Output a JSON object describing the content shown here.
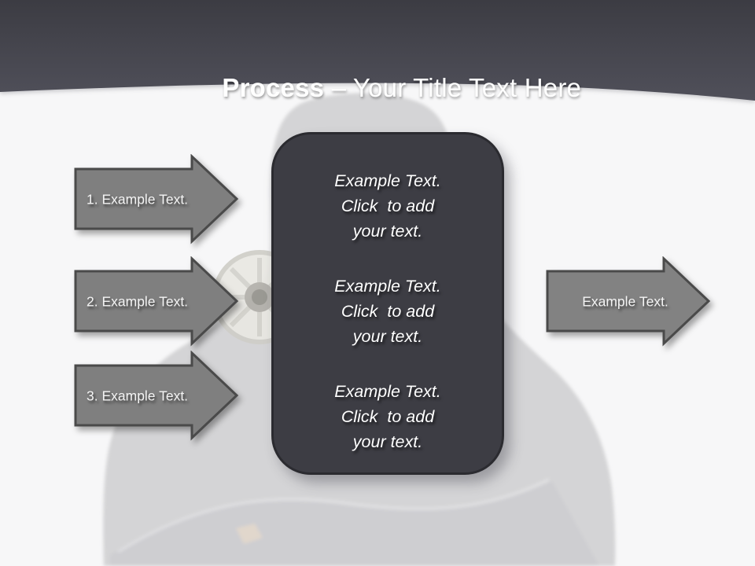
{
  "title": {
    "bold_part": "Process",
    "regular_part": " – Your Title Text Here"
  },
  "left_arrows": [
    {
      "label": "1. Example Text."
    },
    {
      "label": "2. Example Text."
    },
    {
      "label": "3. Example Text."
    }
  ],
  "right_arrow": {
    "label": "Example Text."
  },
  "content_box": {
    "paragraphs": [
      {
        "line1": "Example Text.",
        "line2": "Click  to add",
        "line3": "your text."
      },
      {
        "line1": "Example Text.",
        "line2": "Click  to add",
        "line3": "your text."
      },
      {
        "line1": "Example Text.",
        "line2": "Click  to add",
        "line3": "your text."
      }
    ]
  },
  "background": {
    "figure": "hooded-person-wearing-gas-mask-silhouette"
  },
  "colors": {
    "header_top": "#3c3c43",
    "header_bottom": "#50505a",
    "arrow_fill": "#7f7f7f",
    "arrow_border": "#4a4a4a",
    "box_fill": "#3d3d44",
    "box_border": "#2b2b30",
    "text": "#ffffff",
    "background": "#f7f7f8",
    "figure_gray": "#d4d4d6"
  }
}
